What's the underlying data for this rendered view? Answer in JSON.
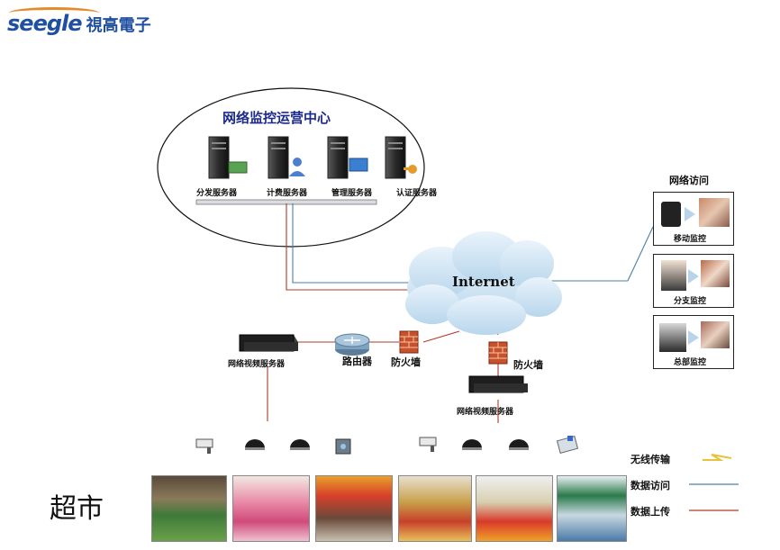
{
  "logo": {
    "brand": "seegle",
    "cn": "視高電子"
  },
  "center": {
    "title": "网络监控运营中心",
    "servers": [
      {
        "label": "分发服务器",
        "badge": "money"
      },
      {
        "label": "计费服务器",
        "badge": "user"
      },
      {
        "label": "管理服务器",
        "badge": "monitor"
      },
      {
        "label": "认证服务器",
        "badge": "key"
      }
    ]
  },
  "cloud": {
    "label": "Internet"
  },
  "remote": {
    "title": "网络访问",
    "items": [
      {
        "label": "移动监控"
      },
      {
        "label": "分支监控"
      },
      {
        "label": "总部监控"
      }
    ]
  },
  "network": {
    "left_server": "网络视频服务器",
    "router": "路由器",
    "firewall_left": "防火墙",
    "firewall_right": "防火墙",
    "right_server": "网络视频服务器"
  },
  "legend": [
    {
      "label": "无线传输",
      "color": "#e8c23a"
    },
    {
      "label": "数据访问",
      "color": "#4a7fa8"
    },
    {
      "label": "数据上传",
      "color": "#b23a2a"
    }
  ],
  "scene": {
    "label": "超市"
  },
  "colors": {
    "line_red": "#b23a2a",
    "line_blue": "#4a7fa8",
    "server_dark": "#2b2b2b"
  }
}
